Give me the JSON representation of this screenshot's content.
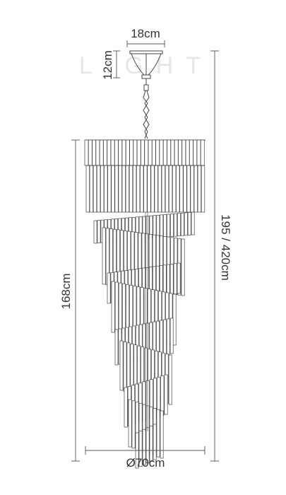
{
  "dimensions": {
    "canopy_width": "18cm",
    "canopy_height": "12cm",
    "body_height": "168cm",
    "total_height": "195 / 420cm",
    "diameter": "Ø70cm"
  },
  "watermark": "LIGHT",
  "colors": {
    "line": "#444444",
    "text": "#333333",
    "watermark": "#e6e6e6"
  }
}
